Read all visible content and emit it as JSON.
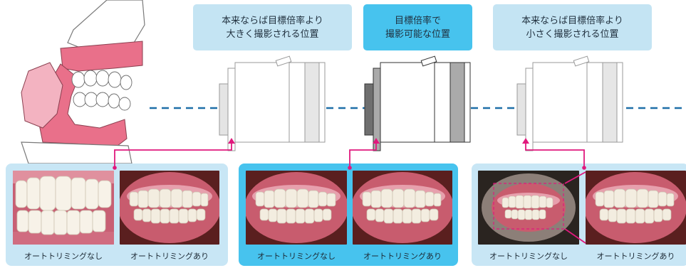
{
  "labels": {
    "left": {
      "line1": "本来ならば目標倍率より",
      "line2": "大きく撮影される位置"
    },
    "center": {
      "line1": "目標倍率で",
      "line2": "撮影可能な位置"
    },
    "right": {
      "line1": "本来ならば目標倍率より",
      "line2": "小さく撮影される位置"
    }
  },
  "panels": {
    "left": {
      "caption_a": "オートトリミングなし",
      "caption_b": "オートトリミングあり"
    },
    "center": {
      "caption_a": "オートトリミングなし",
      "caption_b": "オートトリミングあり"
    },
    "right": {
      "caption_a": "オートトリミングなし",
      "caption_b": "オートトリミングあり"
    }
  },
  "colors": {
    "accent": "#47c3ee",
    "light_panel": "#c8e6f5",
    "connector": "#e0197d",
    "dash": "#1f6fa8"
  }
}
